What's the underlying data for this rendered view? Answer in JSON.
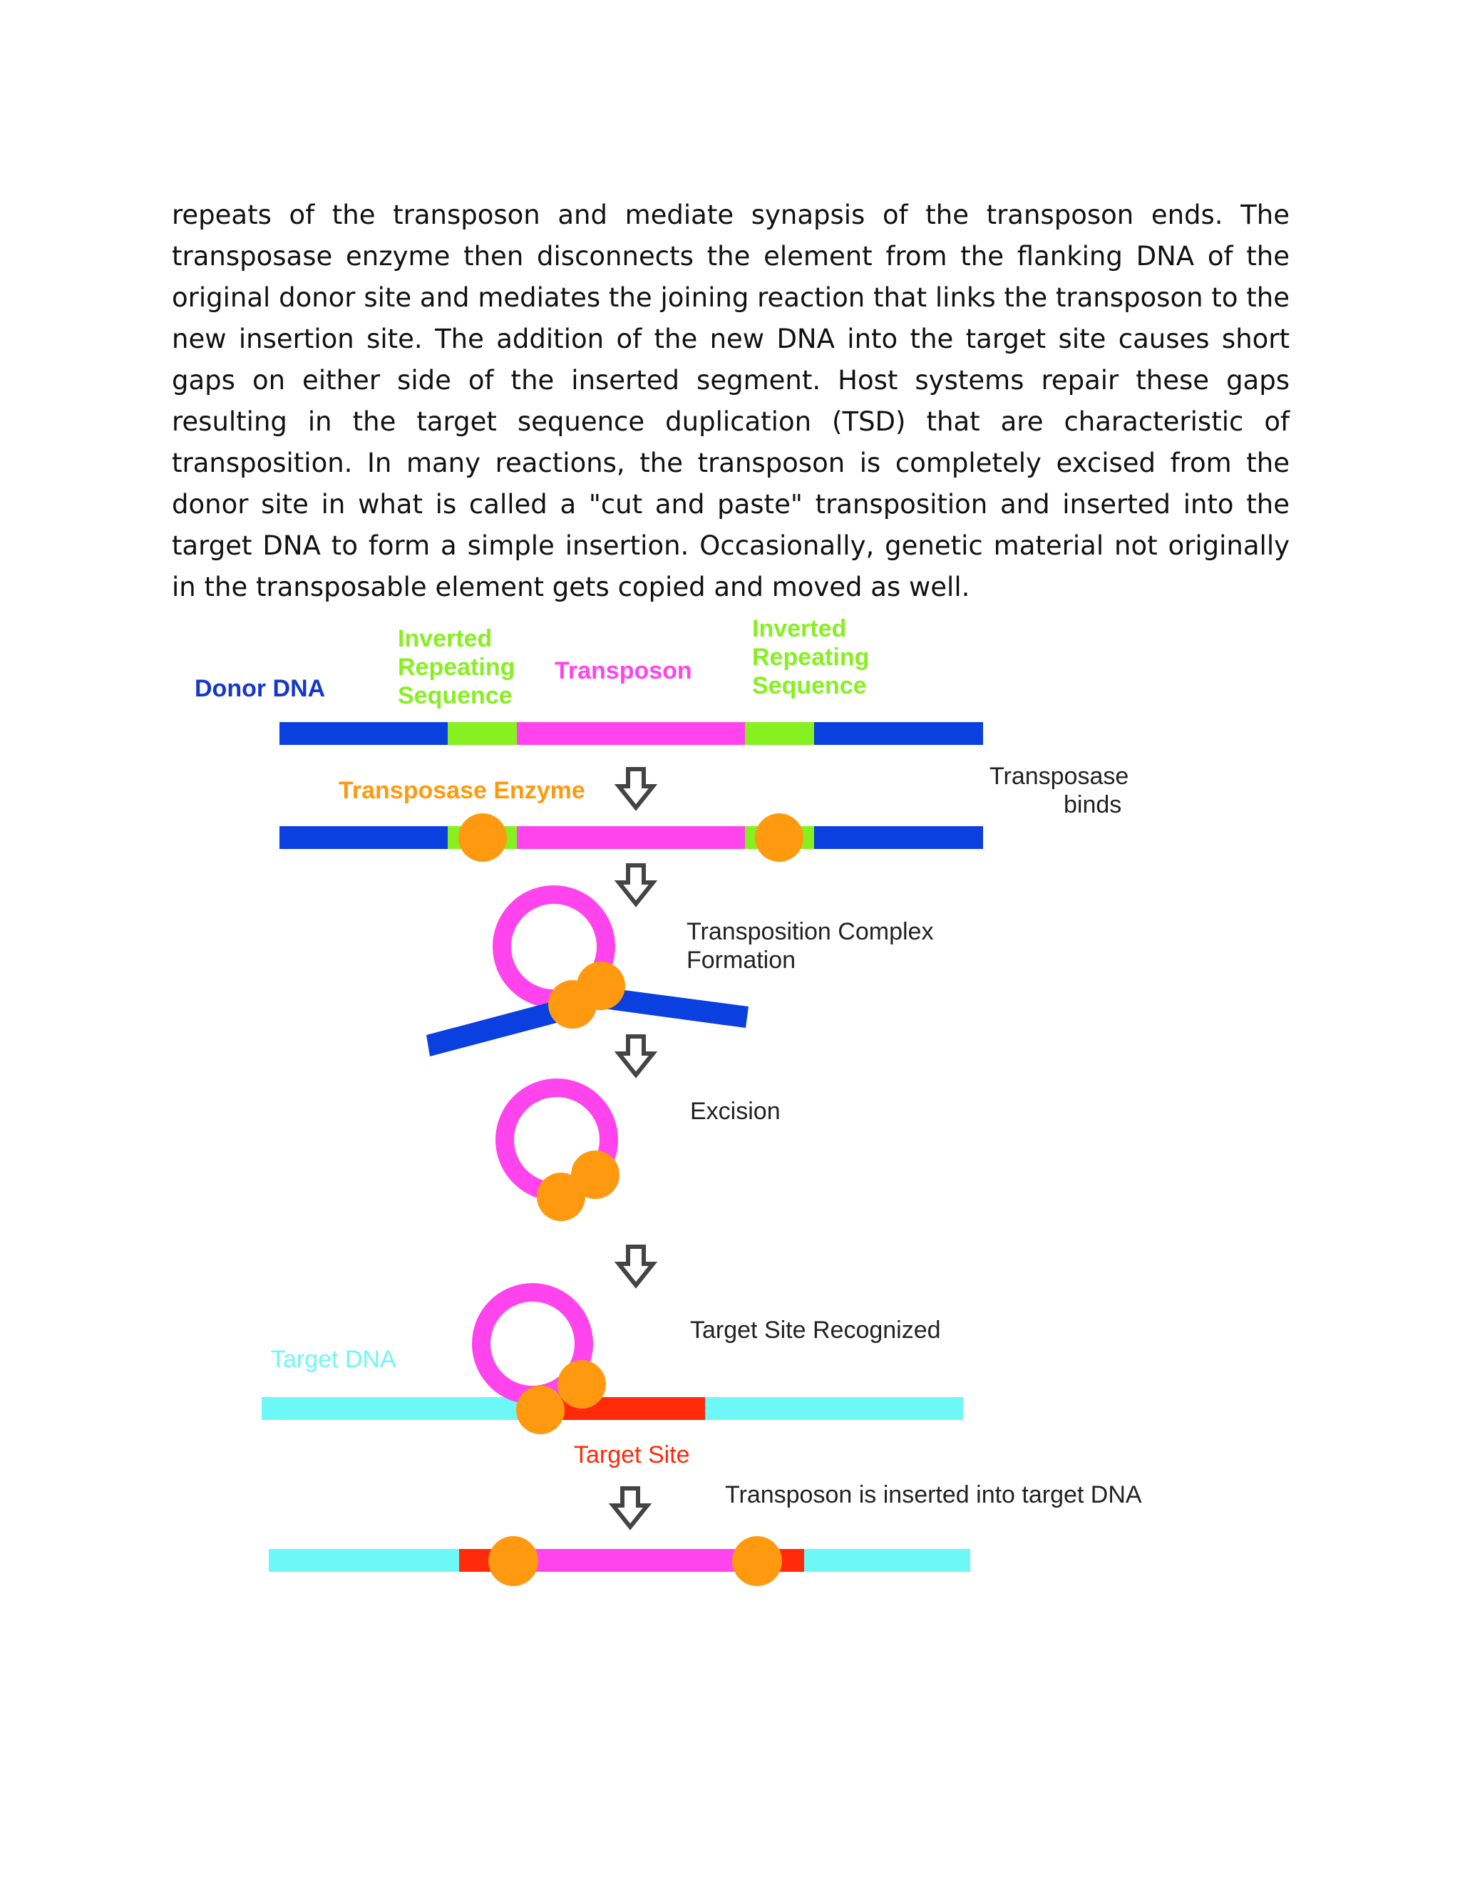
{
  "paragraph": "repeats of the transposon and mediate synapsis of the transposon ends. The transposase enzyme then disconnects the element from the flanking DNA of the original donor site and mediates the joining reaction that links the transposon to the new insertion site. The addition of the new DNA into the target site causes short gaps on either side of the inserted segment. Host systems repair these gaps resulting in the target sequence duplication (TSD) that are characteristic of transposition. In many reactions, the transposon is completely excised from the donor site in what is called a \"cut and paste\" transposition and inserted into the target DNA to form a simple insertion. Occasionally, genetic material not originally in the transposable element gets copied and moved as well.",
  "figure": {
    "labels": {
      "donor_dna": "Donor DNA",
      "inverted_left": [
        "Inverted",
        "Repeating",
        "Sequence"
      ],
      "transposon": "Transposon",
      "inverted_right": [
        "Inverted",
        "Repeating",
        "Sequence"
      ],
      "transposase_enzyme": "Transposase Enzyme",
      "transposase_binds": [
        "Transposase",
        "binds"
      ],
      "complex_formation": [
        "Transposition Complex",
        "Formation"
      ],
      "excision": "Excision",
      "target_dna": "Target DNA",
      "target_site_recognized": "Target Site Recognized",
      "target_site": "Target Site",
      "inserted": "Transposon is inserted into target DNA"
    },
    "colors": {
      "donor_dna": "#0a3fe0",
      "inverted_repeat": "#86f020",
      "transposon": "#ff44ee",
      "transposase": "#ff9a10",
      "target_dna": "#6ef7f7",
      "target_site": "#ff2a0a",
      "donor_label": "#1538c8",
      "arrow": "#444444"
    },
    "icons": [
      "down-arrow-icon"
    ]
  }
}
